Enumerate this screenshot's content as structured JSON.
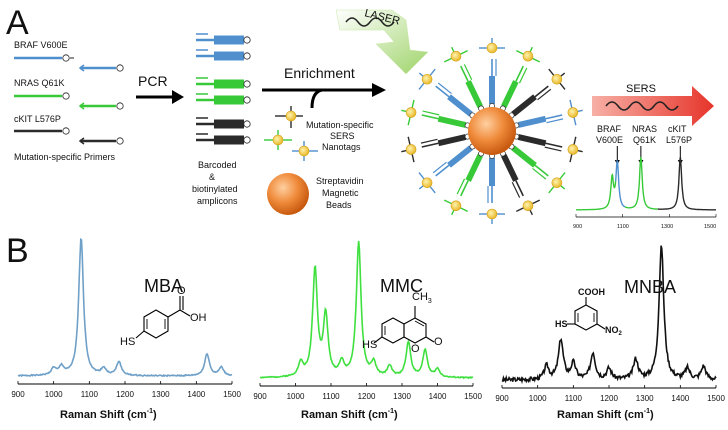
{
  "panel_a": {
    "label": "A",
    "primers": [
      "BRAF V600E",
      "NRAS Q61K",
      "cKIT L576P"
    ],
    "primers_caption": "Mutation-specific Primers",
    "pcr_label": "PCR",
    "amplicons_caption": [
      "Barcoded",
      "&",
      "biotinylated",
      "amplicons"
    ],
    "enrichment_label": "Enrichment",
    "nanotags_caption": [
      "Mutation-specific",
      "SERS",
      "Nanotags"
    ],
    "beads_caption": [
      "Streptavidin",
      "Magnetic",
      "Beads"
    ],
    "laser_label": "LASER",
    "sers_label": "SERS",
    "inset_peak_labels": [
      [
        "BRAF",
        "V600E"
      ],
      [
        "NRAS",
        "Q61K"
      ],
      [
        "cKIT",
        "L576P"
      ]
    ],
    "inset_ticks": [
      "900",
      "1100",
      "1300",
      "1500"
    ]
  },
  "panel_b": {
    "label": "B",
    "x_axis_label": "Raman Shift (cm",
    "x_axis_sup": "-1",
    "x_axis_close": ")",
    "ticks": [
      "900",
      "1000",
      "1100",
      "1200",
      "1300",
      "1400",
      "1500"
    ],
    "compounds": [
      {
        "name": "MBA",
        "color": "#6fa0c8",
        "substituents": [
          "OH",
          "O",
          "HS"
        ]
      },
      {
        "name": "MMC",
        "color": "#3fe03f",
        "substituents": [
          "CH",
          "3",
          "HS",
          "O",
          "O"
        ]
      },
      {
        "name": "MNBA",
        "color": "#111111",
        "substituents": [
          "COOH",
          "NO",
          "2",
          "HS"
        ]
      }
    ]
  },
  "colors": {
    "braf": "#4f8fce",
    "nras": "#38c938",
    "ckit": "#2b2b2b",
    "bead": "#e8731f",
    "laser": "#e83a2a",
    "tag": "#f2cd3c"
  },
  "chart_data": [
    {
      "type": "line",
      "title": "MBA",
      "xlabel": "Raman Shift (cm-1)",
      "xlim": [
        900,
        1500
      ],
      "x_ticks": [
        900,
        1000,
        1100,
        1200,
        1300,
        1400,
        1500
      ],
      "series": [
        {
          "name": "MBA",
          "color": "#6fa0c8",
          "peaks": [
            [
              1000,
              0.05
            ],
            [
              1022,
              0.06
            ],
            [
              1077,
              1.0
            ],
            [
              1140,
              0.05
            ],
            [
              1183,
              0.1
            ],
            [
              1430,
              0.16
            ],
            [
              1470,
              0.06
            ]
          ]
        }
      ]
    },
    {
      "type": "line",
      "title": "MMC",
      "xlabel": "Raman Shift (cm-1)",
      "xlim": [
        900,
        1500
      ],
      "x_ticks": [
        900,
        1000,
        1100,
        1200,
        1300,
        1400,
        1500
      ],
      "series": [
        {
          "name": "MMC",
          "color": "#3fe03f",
          "peaks": [
            [
              1015,
              0.1
            ],
            [
              1055,
              0.8
            ],
            [
              1085,
              0.45
            ],
            [
              1130,
              0.1
            ],
            [
              1178,
              1.0
            ],
            [
              1220,
              0.1
            ],
            [
              1265,
              0.08
            ],
            [
              1318,
              0.26
            ],
            [
              1365,
              0.2
            ],
            [
              1400,
              0.06
            ]
          ]
        }
      ]
    },
    {
      "type": "line",
      "title": "MNBA",
      "xlabel": "Raman Shift (cm-1)",
      "xlim": [
        900,
        1500
      ],
      "x_ticks": [
        900,
        1000,
        1100,
        1200,
        1300,
        1400,
        1500
      ],
      "series": [
        {
          "name": "MNBA",
          "color": "#111111",
          "peaks": [
            [
              1025,
              0.1
            ],
            [
              1065,
              0.3
            ],
            [
              1100,
              0.12
            ],
            [
              1155,
              0.2
            ],
            [
              1200,
              0.08
            ],
            [
              1275,
              0.15
            ],
            [
              1347,
              1.0
            ],
            [
              1420,
              0.08
            ],
            [
              1465,
              0.1
            ]
          ]
        }
      ]
    },
    {
      "type": "line",
      "title": "SERS",
      "xlim": [
        900,
        1500
      ],
      "x_ticks": [
        900,
        1100,
        1300,
        1500
      ],
      "series": [
        {
          "name": "BRAF V600E",
          "color": "#4f8fce",
          "peaks": [
            [
              1077,
              0.75
            ]
          ]
        },
        {
          "name": "NRAS Q61K",
          "color": "#38c938",
          "peaks": [
            [
              1055,
              0.5
            ],
            [
              1178,
              0.85
            ]
          ]
        },
        {
          "name": "cKIT L576P",
          "color": "#2b2b2b",
          "peaks": [
            [
              1347,
              0.85
            ]
          ]
        }
      ]
    }
  ]
}
